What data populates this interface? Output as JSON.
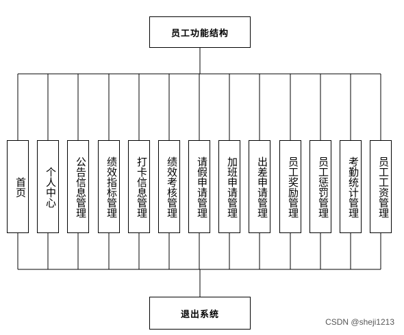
{
  "title": "员工功能结构",
  "modules": [
    {
      "label": "首页"
    },
    {
      "label": "个人中心"
    },
    {
      "label": "公告信息管理"
    },
    {
      "label": "绩效指标管理"
    },
    {
      "label": "打卡信息管理"
    },
    {
      "label": "绩效考核管理"
    },
    {
      "label": "请假申请管理"
    },
    {
      "label": "加班申请管理"
    },
    {
      "label": "出差申请管理"
    },
    {
      "label": "员工奖励管理"
    },
    {
      "label": "员工惩罚管理"
    },
    {
      "label": "考勤统计管理"
    },
    {
      "label": "员工工资管理"
    }
  ],
  "exit": "退出系统",
  "watermark": "CSDN @sheji1213"
}
